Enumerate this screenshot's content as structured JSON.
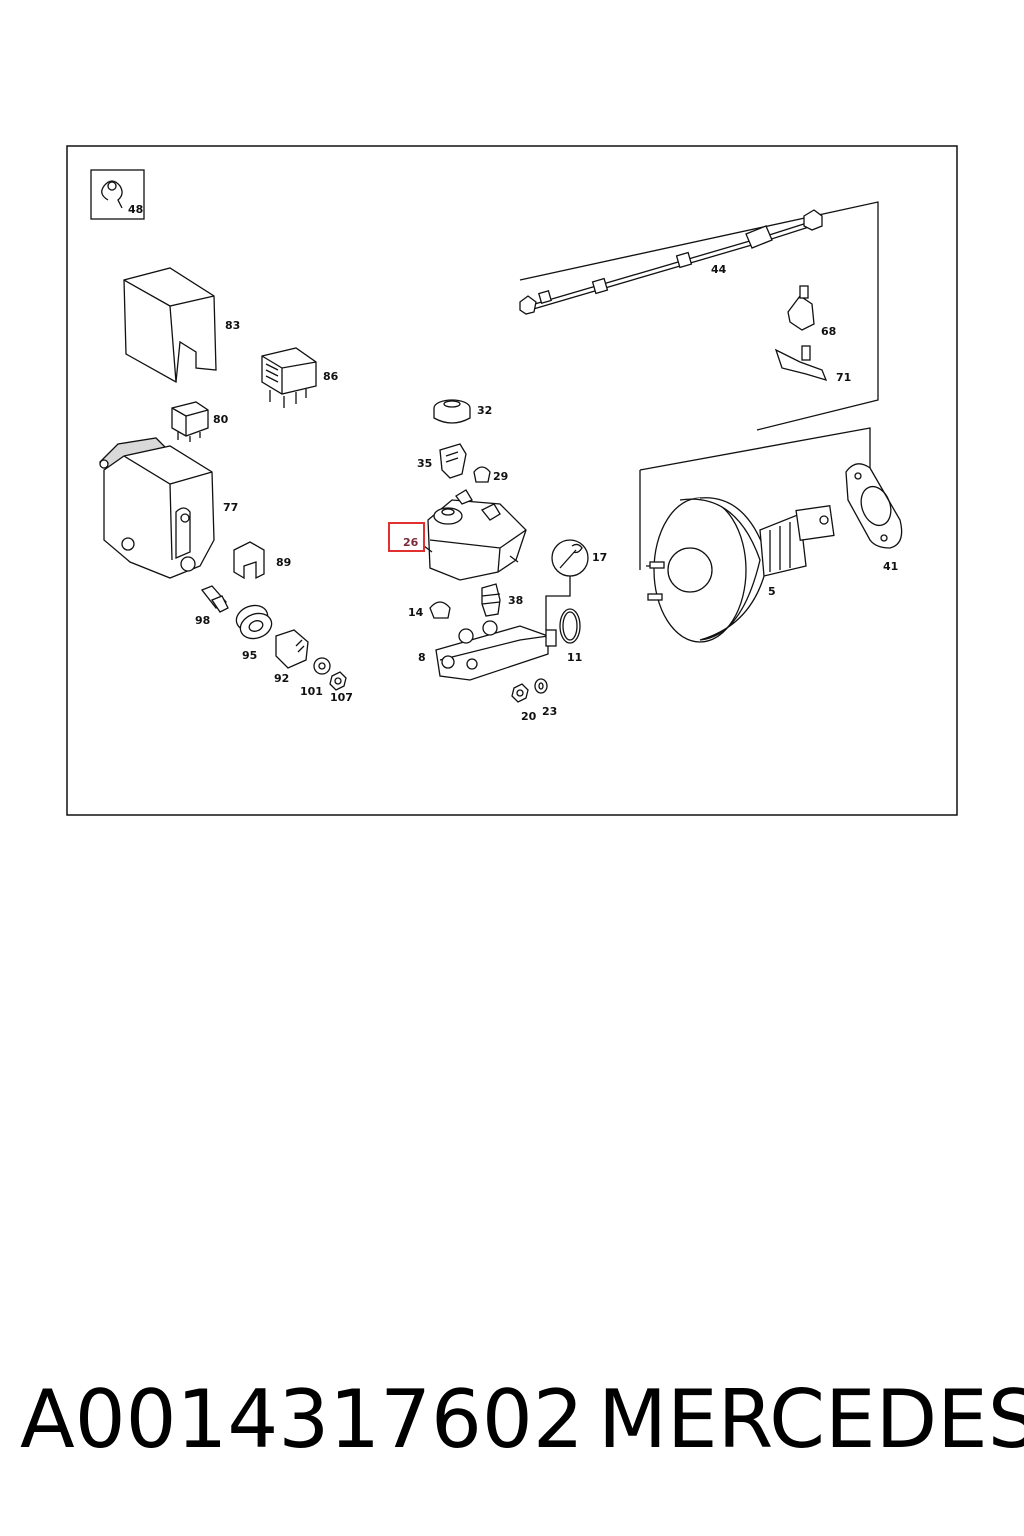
{
  "footer": {
    "part_number": "A0014317602",
    "brand": "MERCEDES"
  },
  "diagram": {
    "highlight_color": "#e0302f",
    "highlighted_callout": "26",
    "callouts": {
      "c48": "48",
      "c83": "83",
      "c86": "86",
      "c80": "80",
      "c77": "77",
      "c89": "89",
      "c98": "98",
      "c95": "95",
      "c92": "92",
      "c101": "101",
      "c107": "107",
      "c32": "32",
      "c35": "35",
      "c29": "29",
      "c26": "26",
      "c38": "38",
      "c14": "14",
      "c8": "8",
      "c20": "20",
      "c23": "23",
      "c17": "17",
      "c11": "11",
      "c44": "44",
      "c68": "68",
      "c71": "71",
      "c5": "5",
      "c41": "41"
    }
  }
}
